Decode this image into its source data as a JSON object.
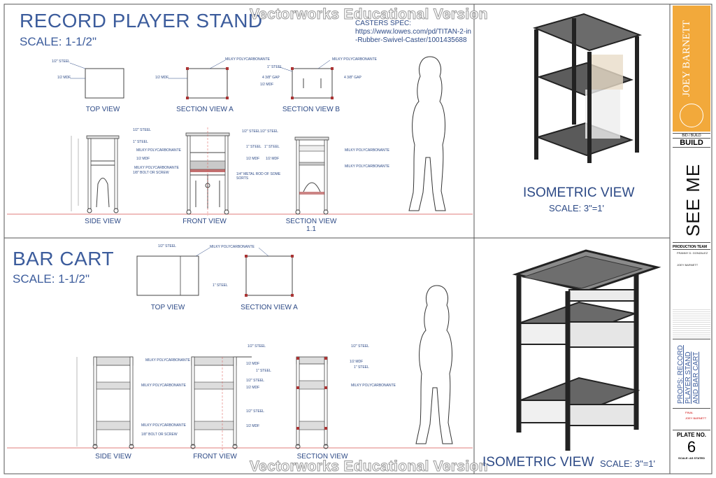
{
  "watermark": "Vectorworks Educational Version",
  "top": {
    "title": "RECORD PLAYER STAND",
    "scale": "SCALE: 1-1/2\"",
    "casters_line1": "CASTERS SPEC:",
    "casters_line2": "https://www.lowes.com/pd/TITAN-2-in",
    "casters_line3": "-Rubber-Swivel-Caster/1001435688",
    "views": [
      "TOP VIEW",
      "SECTION VIEW A",
      "SECTION VIEW B",
      "SIDE VIEW",
      "FRONT VIEW",
      "SECTION VIEW"
    ],
    "section_number": "1.1",
    "isometric": "ISOMETRIC VIEW",
    "iso_scale": "SCALE: 3\"=1'",
    "annotations": {
      "steel_half": "1/2\" STEEL",
      "steel_one": "1\" STEEL",
      "mdf_half": "1/2 MDF",
      "milky": "MILKY POLYCARBONANTE",
      "gap": "4 3/8\" GAP",
      "bolt": "1/8\" BOLT OR SCREW",
      "rod": "1/4\" METAL ROD OF SOME SORTS"
    }
  },
  "bottom": {
    "title": "BAR CART",
    "scale": "SCALE: 1-1/2\"",
    "views": [
      "TOP VIEW",
      "SECTION VIEW A",
      "SIDE VIEW",
      "FRONT VIEW",
      "SECTION VIEW"
    ],
    "isometric": "ISOMETRIC VIEW",
    "iso_scale": "SCALE: 3\"=1'"
  },
  "title_block": {
    "designer": "JOEY BARNETT",
    "build_small": "BID / BUILD",
    "build": "BUILD",
    "show": "SEE ME",
    "production_team": "PRODUCTION TEAM",
    "director": "FRANNY D. GONZALEZ",
    "designer_name": "JOEY BARNETT",
    "set_title": "PROPS: RECORD PLAYER STAND AND BAR CART",
    "version": "FINAL",
    "drawn_by": "JOEY BARNETT",
    "plate_no_label": "PLATE NO.",
    "plate_no": "6",
    "scale_note": "SCALE: AS STATED"
  },
  "colors": {
    "accent_blue": "#3c5c9c",
    "frame": "#2b2b2b",
    "orange": "#f2a93b",
    "red_line": "#d9534f"
  }
}
